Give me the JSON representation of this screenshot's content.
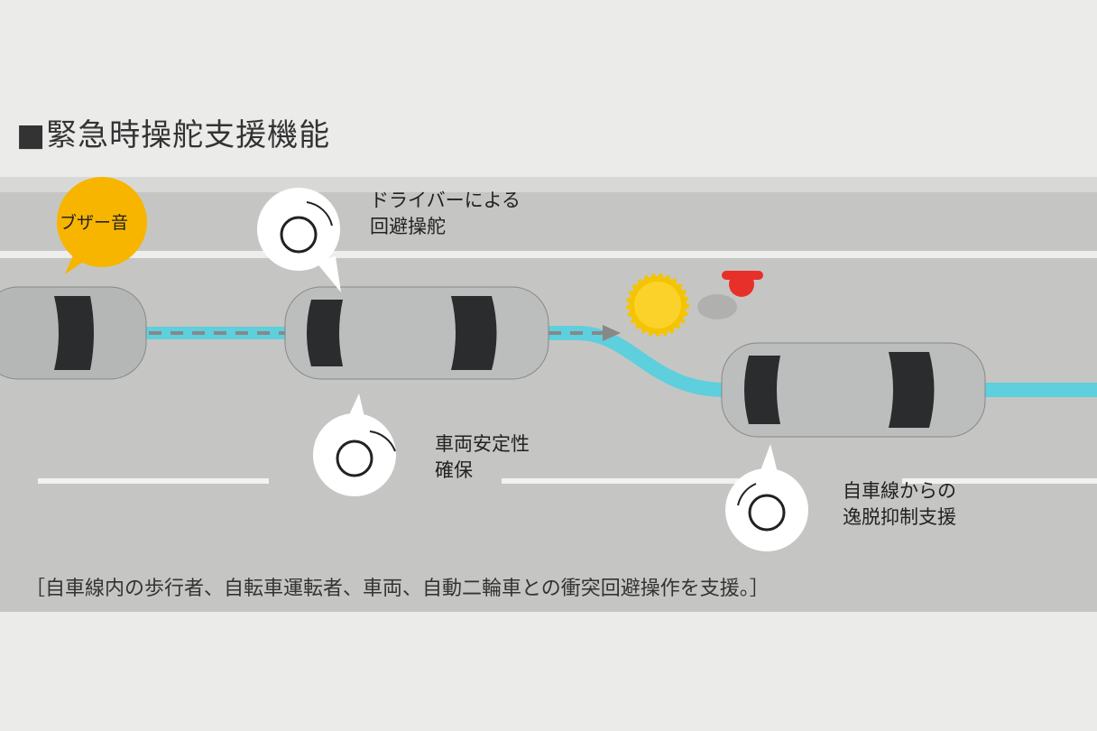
{
  "title": "■緊急時操舵支援機能",
  "labels": {
    "buzzer": "ブザー音",
    "driver_avoid": [
      "ドライバーによる",
      "回避操舵"
    ],
    "stability": [
      "車両安定性",
      "確保"
    ],
    "lane_keep": [
      "自車線からの",
      "逸脱抑制支援"
    ]
  },
  "caption": "［自車線内の歩行者、自転車運転者、車両、自動二輪車との衝突回避操作を支援。］",
  "colors": {
    "path": "#5ecfdc",
    "buzzer": "#f7b500",
    "pedestrian": "#e8302a",
    "sun": "#f5c400"
  }
}
